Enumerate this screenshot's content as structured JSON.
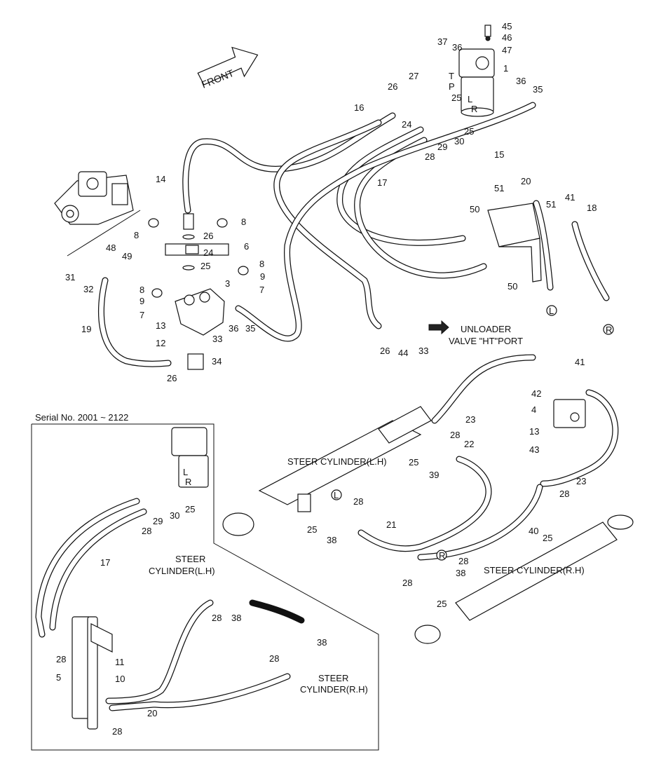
{
  "title_arrow": "FRONT",
  "notes": {
    "unloader_line1": "UNLOADER",
    "unloader_line2": "VALVE \"HT\"PORT",
    "serial": "Serial No. 2001 ~ 2122",
    "steer_lh": "STEER CYLINDER(L.H)",
    "steer_rh": "STEER CYLINDER(R.H)",
    "inset_steer_lh_1": "STEER",
    "inset_steer_lh_2": "CYLINDER(L.H)",
    "inset_steer_rh_1": "STEER",
    "inset_steer_rh_2": "CYLINDER(R.H)"
  },
  "port_letters": [
    "T",
    "P",
    "L",
    "R",
    "L",
    "R"
  ],
  "circle_markers": [
    "L",
    "R",
    "L",
    "R"
  ],
  "callouts": [
    {
      "id": "c45",
      "text": "45"
    },
    {
      "id": "c46",
      "text": "46"
    },
    {
      "id": "c47",
      "text": "47"
    },
    {
      "id": "c37",
      "text": "37"
    },
    {
      "id": "c36a",
      "text": "36"
    },
    {
      "id": "c1",
      "text": "1"
    },
    {
      "id": "c27",
      "text": "27"
    },
    {
      "id": "c36b",
      "text": "36"
    },
    {
      "id": "c35a",
      "text": "35"
    },
    {
      "id": "c26a",
      "text": "26"
    },
    {
      "id": "c25a",
      "text": "25"
    },
    {
      "id": "c16",
      "text": "16"
    },
    {
      "id": "c24a",
      "text": "24"
    },
    {
      "id": "c25b",
      "text": "25"
    },
    {
      "id": "c29a",
      "text": "29"
    },
    {
      "id": "c30a",
      "text": "30"
    },
    {
      "id": "c28a",
      "text": "28"
    },
    {
      "id": "c15",
      "text": "15"
    },
    {
      "id": "c17a",
      "text": "17"
    },
    {
      "id": "c14",
      "text": "14"
    },
    {
      "id": "c20a",
      "text": "20"
    },
    {
      "id": "c51a",
      "text": "51"
    },
    {
      "id": "c41a",
      "text": "41"
    },
    {
      "id": "c51b",
      "text": "51"
    },
    {
      "id": "c18",
      "text": "18"
    },
    {
      "id": "c50a",
      "text": "50"
    },
    {
      "id": "c8a",
      "text": "8"
    },
    {
      "id": "c26b",
      "text": "26"
    },
    {
      "id": "c8b",
      "text": "8"
    },
    {
      "id": "c6",
      "text": "6"
    },
    {
      "id": "c24b",
      "text": "24"
    },
    {
      "id": "c48",
      "text": "48"
    },
    {
      "id": "c49",
      "text": "49"
    },
    {
      "id": "c25c",
      "text": "25"
    },
    {
      "id": "c8c",
      "text": "8"
    },
    {
      "id": "c31",
      "text": "31"
    },
    {
      "id": "c32",
      "text": "32"
    },
    {
      "id": "c9a",
      "text": "9"
    },
    {
      "id": "c7a",
      "text": "7"
    },
    {
      "id": "c3",
      "text": "3"
    },
    {
      "id": "c8d",
      "text": "8"
    },
    {
      "id": "c9b",
      "text": "9"
    },
    {
      "id": "c7b",
      "text": "7"
    },
    {
      "id": "c50b",
      "text": "50"
    },
    {
      "id": "c19",
      "text": "19"
    },
    {
      "id": "c13a",
      "text": "13"
    },
    {
      "id": "c36c",
      "text": "36"
    },
    {
      "id": "c35b",
      "text": "35"
    },
    {
      "id": "c12",
      "text": "12"
    },
    {
      "id": "c33a",
      "text": "33"
    },
    {
      "id": "c26c",
      "text": "26"
    },
    {
      "id": "c44",
      "text": "44"
    },
    {
      "id": "c33b",
      "text": "33"
    },
    {
      "id": "c34",
      "text": "34"
    },
    {
      "id": "c26d",
      "text": "26"
    },
    {
      "id": "c41b",
      "text": "41"
    },
    {
      "id": "c42",
      "text": "42"
    },
    {
      "id": "c4",
      "text": "4"
    },
    {
      "id": "c23a",
      "text": "23"
    },
    {
      "id": "c28b",
      "text": "28"
    },
    {
      "id": "c13b",
      "text": "13"
    },
    {
      "id": "c43",
      "text": "43"
    },
    {
      "id": "c22",
      "text": "22"
    },
    {
      "id": "c25d",
      "text": "25"
    },
    {
      "id": "c39",
      "text": "39"
    },
    {
      "id": "c23b",
      "text": "23"
    },
    {
      "id": "c28c",
      "text": "28"
    },
    {
      "id": "c21",
      "text": "21"
    },
    {
      "id": "c25e",
      "text": "25"
    },
    {
      "id": "c38a",
      "text": "38"
    },
    {
      "id": "c28d",
      "text": "28"
    },
    {
      "id": "c40",
      "text": "40"
    },
    {
      "id": "c25f",
      "text": "25"
    },
    {
      "id": "c28e",
      "text": "28"
    },
    {
      "id": "c28f",
      "text": "28"
    },
    {
      "id": "c38b",
      "text": "38"
    },
    {
      "id": "c25g",
      "text": "25"
    },
    {
      "id": "c25h",
      "text": "25"
    },
    {
      "id": "c29b",
      "text": "29"
    },
    {
      "id": "c30b",
      "text": "30"
    },
    {
      "id": "c28g",
      "text": "28"
    },
    {
      "id": "c17b",
      "text": "17"
    },
    {
      "id": "c28h",
      "text": "28"
    },
    {
      "id": "c38c",
      "text": "38"
    },
    {
      "id": "c28i",
      "text": "28"
    },
    {
      "id": "c38d",
      "text": "38"
    },
    {
      "id": "c28j",
      "text": "28"
    },
    {
      "id": "c5",
      "text": "5"
    },
    {
      "id": "c11",
      "text": "11"
    },
    {
      "id": "c10",
      "text": "10"
    },
    {
      "id": "c20b",
      "text": "20"
    },
    {
      "id": "c28k",
      "text": "28"
    }
  ]
}
